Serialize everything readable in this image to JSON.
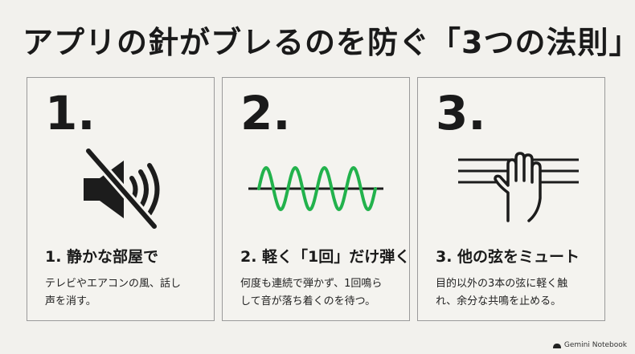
{
  "title": "アプリの針がブレるのを防ぐ「3つの法則」",
  "cards": [
    {
      "number": "1.",
      "icon": "speaker-muted-icon",
      "heading": "1. 静かな部屋で",
      "desc_lines": [
        "テレビやエアコンの風、話し",
        "声を消す。"
      ]
    },
    {
      "number": "2.",
      "icon": "sine-wave-icon",
      "wave_color": "#22b24c",
      "heading": "2. 軽く「1回」だけ弾く",
      "desc_lines": [
        "何度も連続で弾かず、1回鳴ら",
        "して音が落ち着くのを待つ。"
      ]
    },
    {
      "number": "3.",
      "icon": "hand-muting-strings-icon",
      "heading": "3. 他の弦をミュート",
      "desc_lines": [
        "目的以外の3本の弦に軽く触",
        "れ、余分な共鳴を止める。"
      ]
    }
  ],
  "brand": {
    "icon": "notebook-logo-icon",
    "text": "Gemini Notebook"
  }
}
